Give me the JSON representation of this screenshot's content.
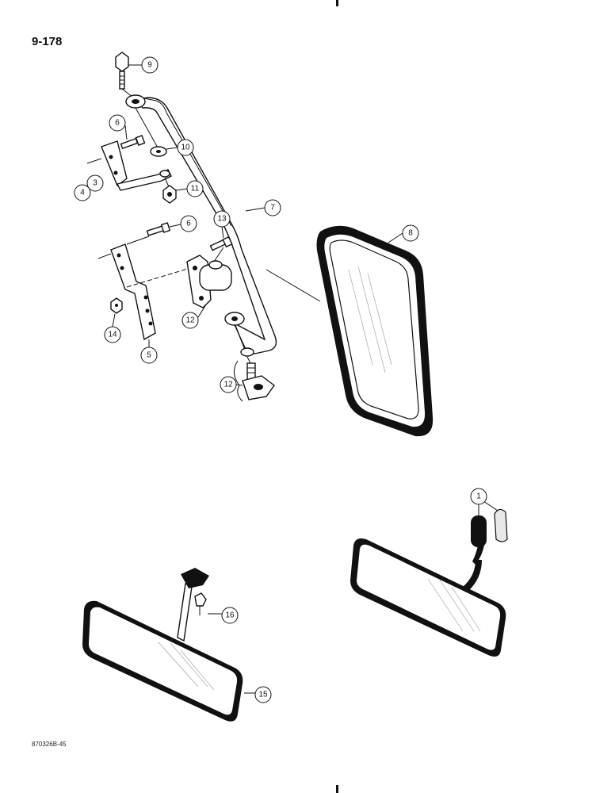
{
  "page": {
    "number": "9-178",
    "ref_code": "870326B-45"
  },
  "callouts": {
    "c1": "1",
    "c3": "3",
    "c4": "4",
    "c5": "5",
    "c6a": "6",
    "c6b": "6",
    "c7": "7",
    "c8": "8",
    "c9": "9",
    "c10": "10",
    "c11": "11",
    "c12a": "12",
    "c12b": "12",
    "c13": "13",
    "c14": "14",
    "c15": "15",
    "c16": "16"
  },
  "colors": {
    "ink": "#111111",
    "background": "#ffffff"
  }
}
